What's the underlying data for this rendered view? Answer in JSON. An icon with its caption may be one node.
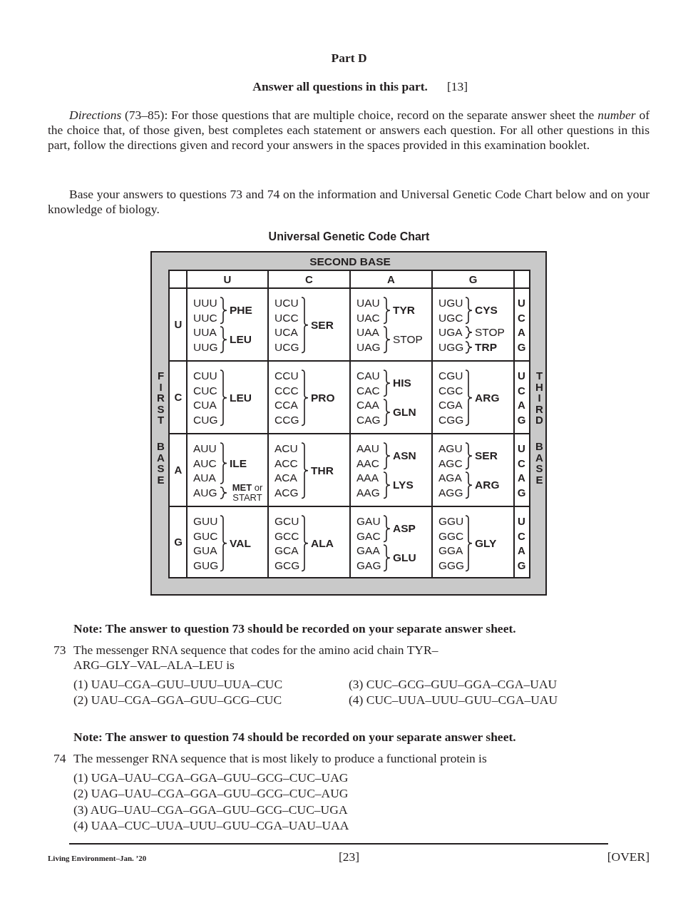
{
  "diagram": {
    "title": "Part D",
    "labels": [
      "Answer all questions in this part.",
      "[13]",
      "*Directions* (73–85): For those questions that are multiple choice, record on the separate answer sheet the *number* of the choice that, of those given, best completes each statement or answers each question. For all other questions in this part, follow the directions given and record your answers in the spaces provided in this examination booklet.",
      "Base your answers to questions 73 and 74 on the information and Universal Genetic Code Chart below and on your knowledge of biology.",
      "Universal Genetic Code Chart",
      "SECOND BASE",
      "FIRST BASE",
      "THIRD BASE",
      "U",
      "C",
      "A",
      "G",
      "U",
      "UUU",
      "UUC",
      "UUA",
      "UUG",
      "PHE",
      "LEU",
      "UCU",
      "UCC",
      "UCA",
      "UCG",
      "SER",
      "UAU",
      "UAC",
      "UAA",
      "UAG",
      "TYR",
      "STOP",
      "UGU",
      "UGC",
      "UGA",
      "UGG",
      "CYS",
      "STOP",
      "TRP",
      "U",
      "C",
      "A",
      "G",
      "C",
      "CUU",
      "CUC",
      "CUA",
      "CUG",
      "LEU",
      "CCU",
      "CCC",
      "CCA",
      "CCG",
      "PRO",
      "CAU",
      "CAC",
      "CAA",
      "CAG",
      "HIS",
      "GLN",
      "CGU",
      "CGC",
      "CGA",
      "CGG",
      "ARG",
      "U",
      "C",
      "A",
      "G",
      "A",
      "AUU",
      "AUC",
      "AUA",
      "AUG",
      "ILE",
      "**MET** or START",
      "ACU",
      "ACC",
      "ACA",
      "ACG",
      "THR",
      "AAU",
      "AAC",
      "AAA",
      "AAG",
      "ASN",
      "LYS",
      "AGU",
      "AGC",
      "AGA",
      "AGG",
      "SER",
      "ARG",
      "U",
      "C",
      "A",
      "G",
      "G",
      "GUU",
      "GUC",
      "GUA",
      "GUG",
      "VAL",
      "GCU",
      "GCC",
      "GCA",
      "GCG",
      "ALA",
      "GAU",
      "GAC",
      "GAA",
      "GAG",
      "ASP",
      "GLU",
      "GGU",
      "GGC",
      "GGA",
      "GGG",
      "GLY",
      "U",
      "C",
      "A",
      "G",
      "Note: The answer to question 73 should be recorded on your separate answer sheet.",
      "73",
      "The messenger RNA sequence that codes for the amino acid chain TYR–ARG–GLY–VAL–ALA–LEU is",
      "(1) UAU–CGA–GUU–UUU–UUA–CUC",
      "(3) CUC–GCG–GUU–GGA–CGA–UAU",
      "(2) UAU–CGA–GGA–GUU–GCG–CUC",
      "(4) CUC–UUA–UUU–GUU–CGA–UAU",
      "Note: The answer to question 74 should be recorded on your separate answer sheet.",
      "74",
      "The messenger RNA sequence that is most likely to produce a functional protein is",
      "(1) UGA–UAU–CGA–GGA–GUU–GCG–CUC–UAG",
      "(2) UAG–UAU–CGA–GGA–GUU–GCG–CUC–AUG",
      "(3) AUG–UAU–CGA–GGA–GUU–GCG–CUC–UGA",
      "(4) UAA–CUC–UUA–UUU–GUU–CGA–UAU–UAA",
      "Living Environment–Jan. ’20",
      "[23]",
      "[OVER]"
    ]
  }
}
